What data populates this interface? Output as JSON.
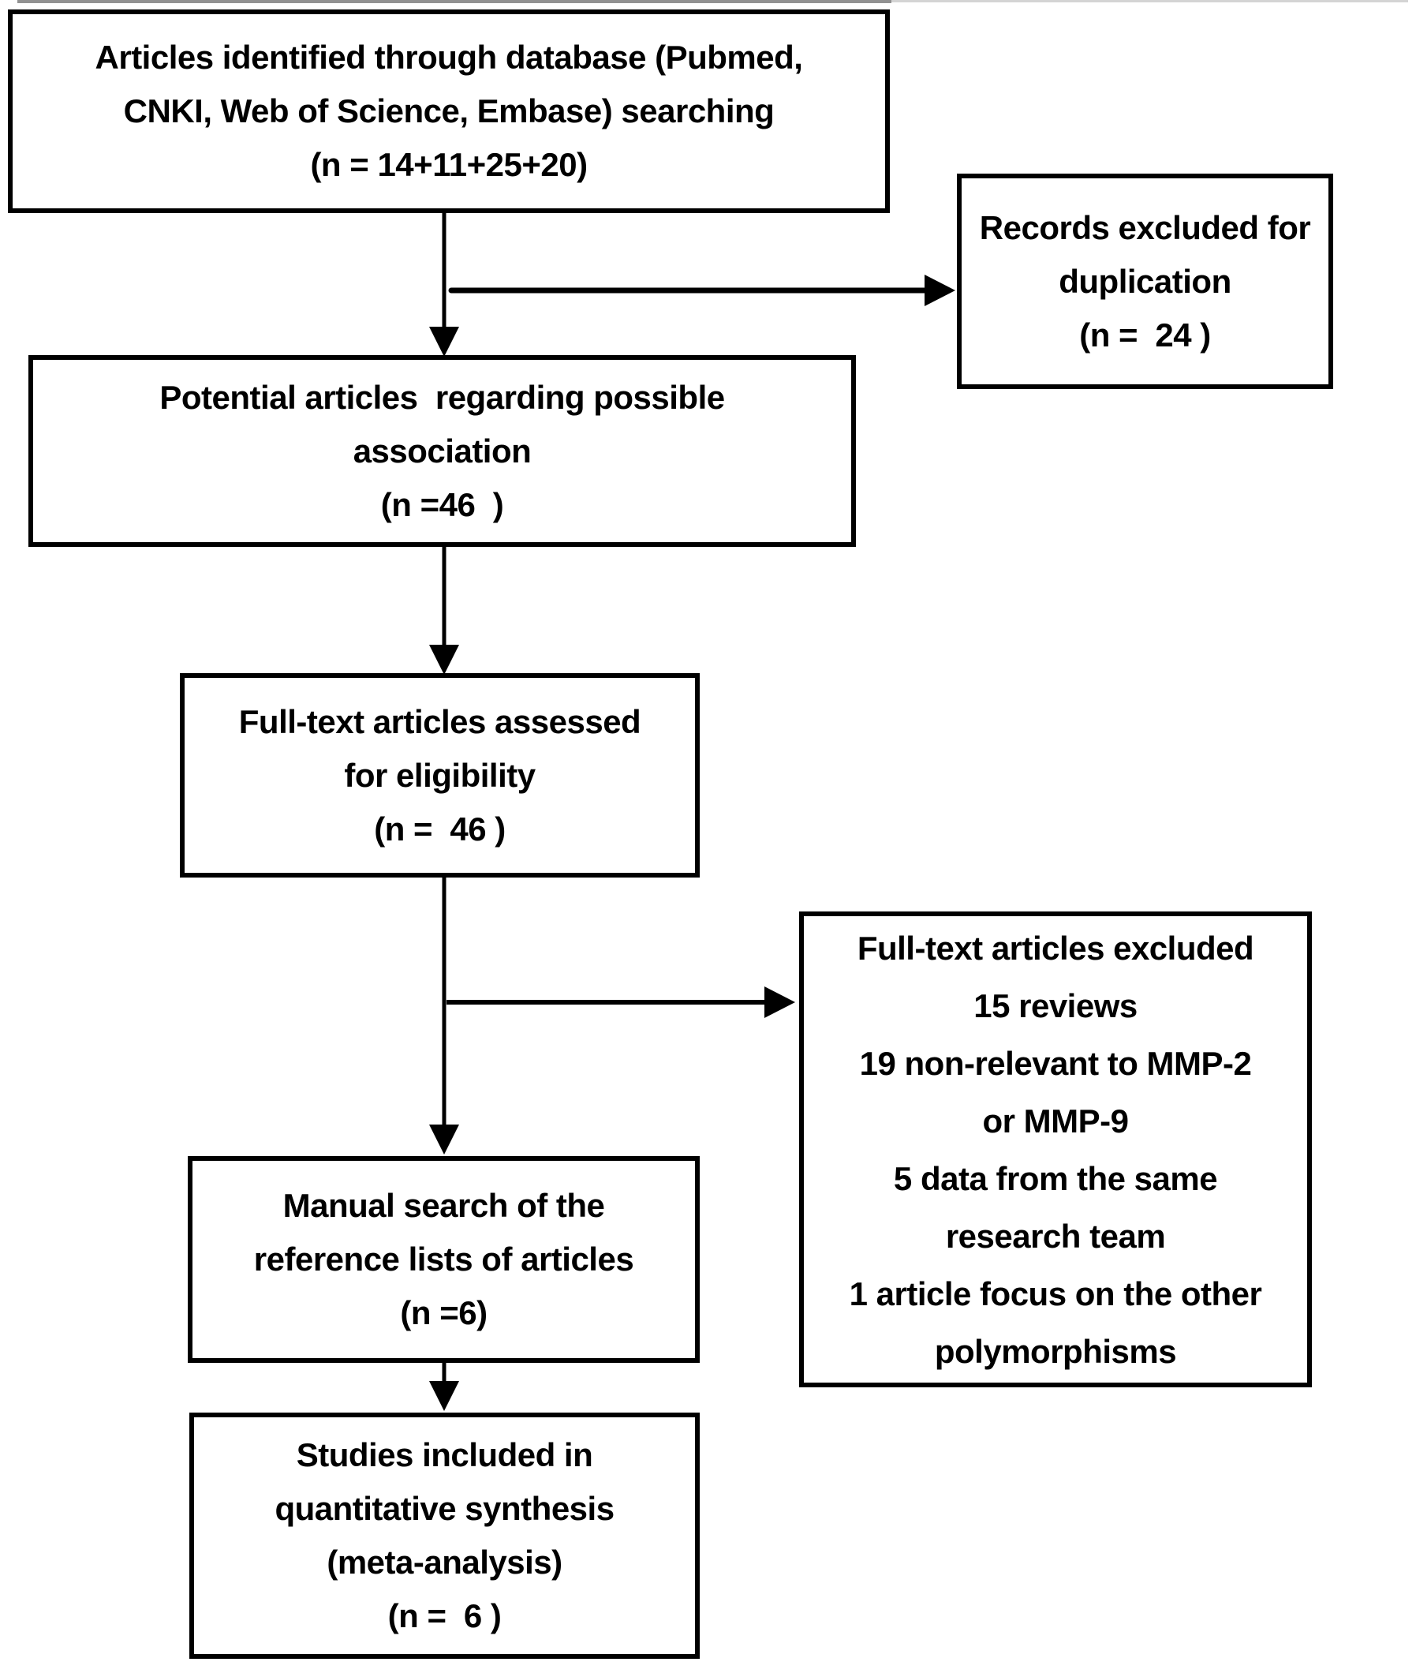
{
  "figure": {
    "background_color": "#ffffff",
    "line_color": "#000000"
  },
  "nodes": {
    "identified": {
      "lines": [
        "Articles identified through database (Pubmed,",
        "CNKI, Web of Science, Embase) searching",
        "(n = 14+11+25+20)"
      ]
    },
    "dup_excluded": {
      "lines": [
        "Records excluded for",
        "duplication",
        "(n =  24 )"
      ]
    },
    "potential": {
      "lines": [
        "Potential articles  regarding possible",
        "association",
        "(n =46  )"
      ]
    },
    "fulltext": {
      "lines": [
        "Full-text articles assessed",
        "for eligibility",
        "(n =  46 )"
      ]
    },
    "ft_excluded": {
      "lines": [
        "Full-text articles excluded",
        "15 reviews",
        "19 non-relevant to MMP-2",
        "or MMP-9",
        "5 data from the same",
        "research team",
        "1 article focus on the other",
        "polymorphisms"
      ]
    },
    "manual": {
      "lines": [
        "Manual search of the",
        "reference lists of articles",
        "(n =6)"
      ]
    },
    "included": {
      "lines": [
        "Studies included in",
        "quantitative synthesis",
        "(meta-analysis)",
        "(n =  6 )"
      ]
    }
  }
}
